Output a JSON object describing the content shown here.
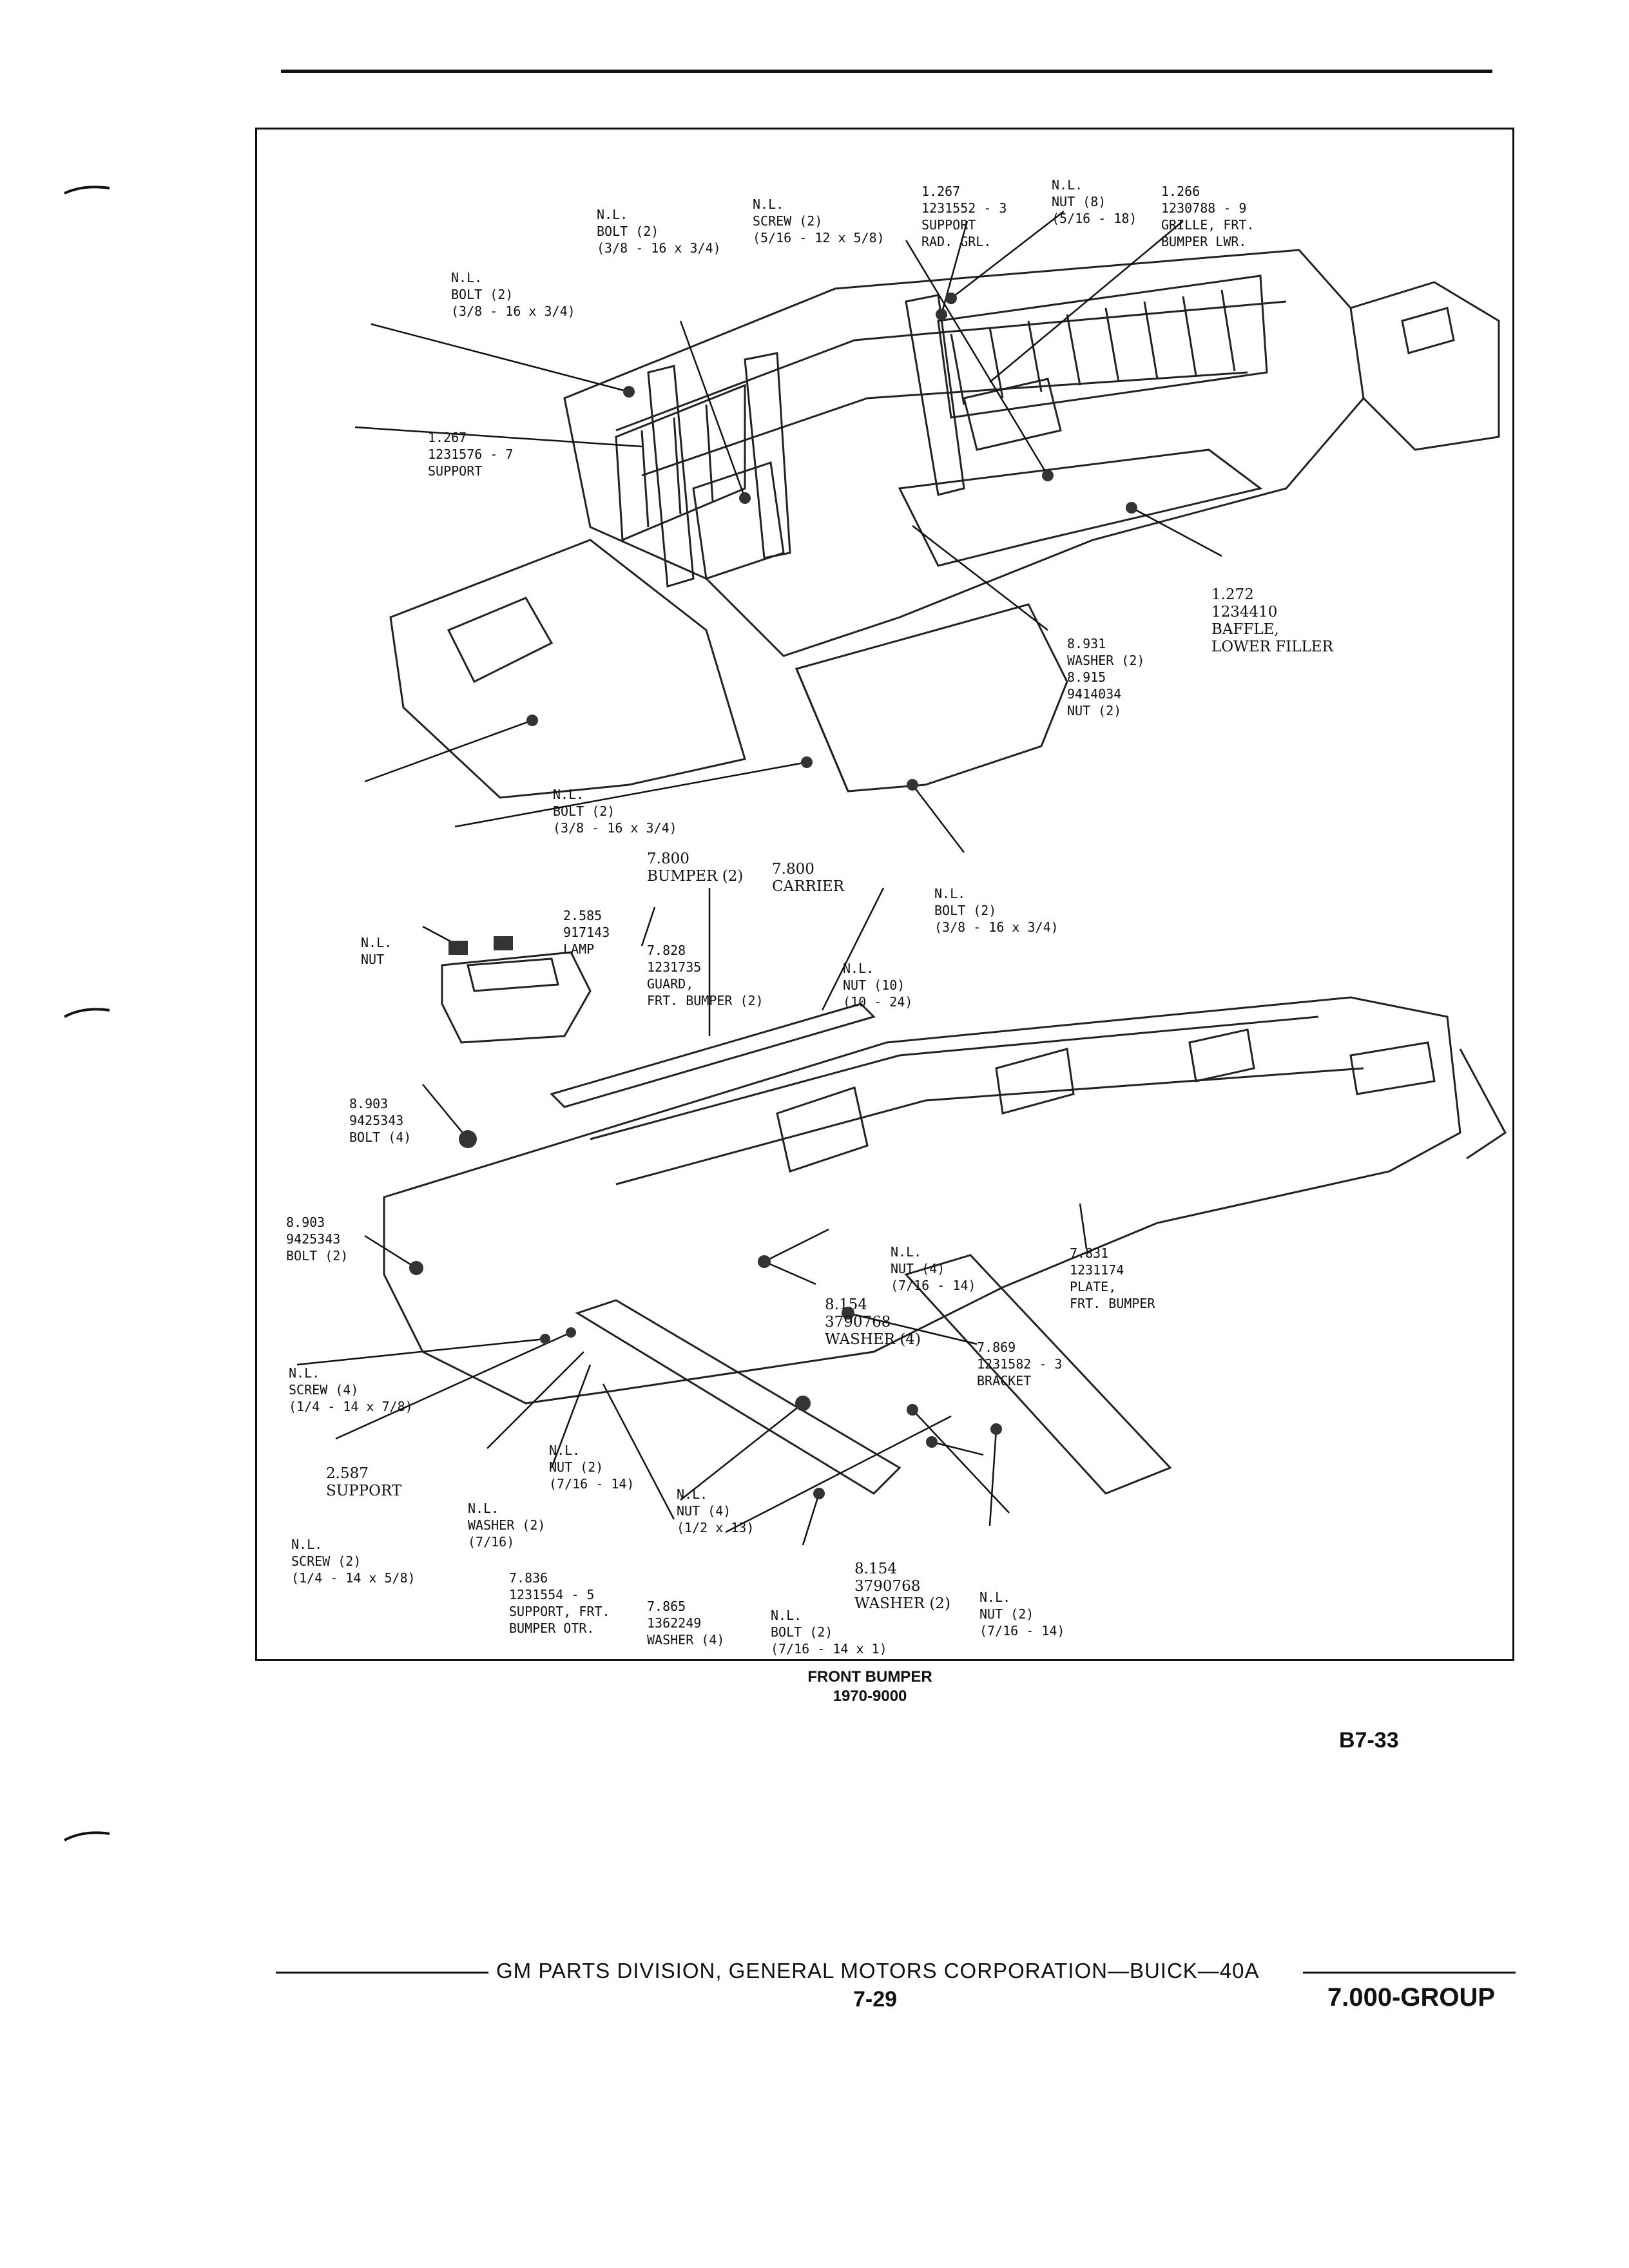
{
  "labels": {
    "bolt_top_left": {
      "l1": "N.L.",
      "l2": "BOLT (2)",
      "l3": "(3/8 - 16 x 3/4)"
    },
    "bolt_top_center": {
      "l1": "N.L.",
      "l2": "BOLT (2)",
      "l3": "(3/8 - 16 x 3/4)"
    },
    "screw_top": {
      "l1": "N.L.",
      "l2": "SCREW (2)",
      "l3": "(5/16 - 12 x 5/8)"
    },
    "support_rad_grl": {
      "l1": "1.267",
      "l2": "1231552 - 3",
      "l3": "SUPPORT",
      "l4": "RAD. GRL."
    },
    "nut_top": {
      "l1": "N.L.",
      "l2": "NUT (8)",
      "l3": "(5/16 - 18)"
    },
    "grille": {
      "l1": "1.266",
      "l2": "1230788 - 9",
      "l3": "GRILLE, FRT.",
      "l4": "BUMPER LWR."
    },
    "support_left": {
      "l1": "1.267",
      "l2": "1231576 - 7",
      "l3": "SUPPORT"
    },
    "baffle": {
      "l1": "1.272",
      "l2": "1234410",
      "l3": "BAFFLE,",
      "l4": "LOWER FILLER"
    },
    "washer_nut": {
      "l1": "8.931",
      "l2": "WASHER (2)",
      "l3": "8.915",
      "l4": "9414034",
      "l5": "NUT (2)"
    },
    "bolt_mid_left": {
      "l1": "N.L.",
      "l2": "BOLT (2)",
      "l3": "(3/8 - 16 x 3/4)"
    },
    "bumper_item": {
      "l1": "7.800",
      "l2": "BUMPER (2)"
    },
    "carrier": {
      "l1": "7.800",
      "l2": "CARRIER"
    },
    "bolt_mid_right": {
      "l1": "N.L.",
      "l2": "BOLT (2)",
      "l3": "(3/8 - 16 x 3/4)"
    },
    "nut_lamp": {
      "l1": "N.L.",
      "l2": "NUT"
    },
    "lamp": {
      "l1": "2.585",
      "l2": "917143",
      "l3": "LAMP"
    },
    "guard": {
      "l1": "7.828",
      "l2": "1231735",
      "l3": "GUARD,",
      "l4": "FRT. BUMPER (2)"
    },
    "nut_10": {
      "l1": "N.L.",
      "l2": "NUT (10)",
      "l3": "(10 - 24)"
    },
    "bolt_4a": {
      "l1": "8.903",
      "l2": "9425343",
      "l3": "BOLT (4)"
    },
    "bolt_2a": {
      "l1": "8.903",
      "l2": "9425343",
      "l3": "BOLT (2)"
    },
    "nut_4": {
      "l1": "N.L.",
      "l2": "NUT (4)",
      "l3": "(7/16 - 14)"
    },
    "plate": {
      "l1": "7.831",
      "l2": "1231174",
      "l3": "PLATE,",
      "l4": "FRT. BUMPER"
    },
    "washer_4": {
      "l1": "8.154",
      "l2": "3790768",
      "l3": "WASHER (4)"
    },
    "bracket": {
      "l1": "7.869",
      "l2": "1231582 - 3",
      "l3": "BRACKET"
    },
    "screw_4": {
      "l1": "N.L.",
      "l2": "SCREW (4)",
      "l3": "(1/4 - 14 x 7/8)"
    },
    "support_2587": {
      "l1": "2.587",
      "l2": "SUPPORT"
    },
    "nut_2a": {
      "l1": "N.L.",
      "l2": "NUT (2)",
      "l3": "(7/16 - 14)"
    },
    "washer_2a": {
      "l1": "N.L.",
      "l2": "WASHER (2)",
      "l3": "(7/16)"
    },
    "nut_4b": {
      "l1": "N.L.",
      "l2": "NUT (4)",
      "l3": "(1/2 x 13)"
    },
    "screw_2": {
      "l1": "N.L.",
      "l2": "SCREW (2)",
      "l3": "(1/4 - 14 x 5/8)"
    },
    "support_otr": {
      "l1": "7.836",
      "l2": "1231554 - 5",
      "l3": "SUPPORT, FRT.",
      "l4": "BUMPER OTR."
    },
    "washer_1362249": {
      "l1": "7.865",
      "l2": "1362249",
      "l3": "WASHER (4)"
    },
    "bolt_716": {
      "l1": "N.L.",
      "l2": "BOLT (2)",
      "l3": "(7/16 - 14 x 1)"
    },
    "washer_2b": {
      "l1": "8.154",
      "l2": "3790768",
      "l3": "WASHER (2)"
    },
    "nut_2b": {
      "l1": "N.L.",
      "l2": "NUT (2)",
      "l3": "(7/16 - 14)"
    }
  },
  "caption": {
    "title": "FRONT BUMPER",
    "subtitle": "1970-9000"
  },
  "page_id": "B7-33",
  "footer": {
    "text": "GM PARTS DIVISION, GENERAL MOTORS CORPORATION—BUICK—40A",
    "page_number": "7-29",
    "group": "7.000-GROUP"
  }
}
